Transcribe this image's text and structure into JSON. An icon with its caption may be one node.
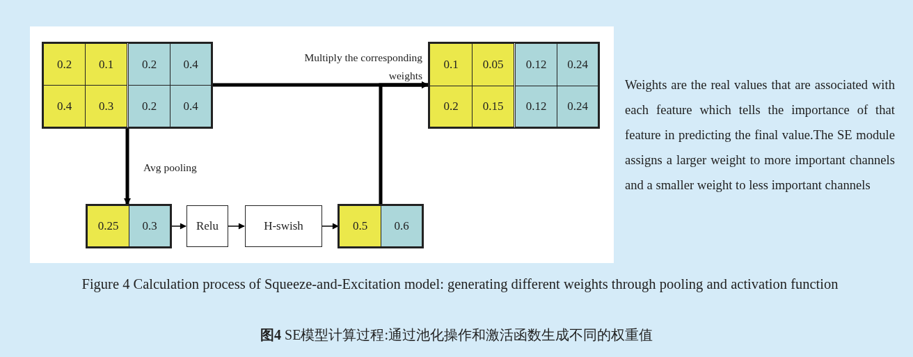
{
  "diagram": {
    "caption": "Figure 4 Calculation process of Squeeze-and-Excitation model: generating different weights through pooling and activation function",
    "nodes": [
      {
        "text": [],
        "shape": "box"
      },
      {
        "text": [
          "0.2"
        ],
        "in": 0
      },
      {
        "text": [
          "0.1"
        ],
        "in": 0
      },
      {
        "text": [
          "0.2"
        ],
        "in": 0
      },
      {
        "text": [
          "0.4"
        ],
        "in": 0
      },
      {
        "text": [
          "0.4"
        ],
        "in": 0
      },
      {
        "text": [
          "0.3"
        ],
        "in": 0
      },
      {
        "text": [
          "0.2"
        ],
        "in": 0
      },
      {
        "text": [
          "0.4"
        ],
        "in": 0
      },
      {
        "text": [],
        "shape": "box"
      },
      {
        "text": [
          "0.1"
        ],
        "in": 9
      },
      {
        "text": [
          "0.05"
        ],
        "in": 9
      },
      {
        "text": [
          "0.12"
        ],
        "in": 9
      },
      {
        "text": [
          "0.24"
        ],
        "in": 9
      },
      {
        "text": [
          "0.2"
        ],
        "in": 9
      },
      {
        "text": [
          "0.15"
        ],
        "in": 9
      },
      {
        "text": [
          "0.12"
        ],
        "in": 9
      },
      {
        "text": [
          "0.24"
        ],
        "in": 9
      },
      {
        "text": [],
        "shape": "box"
      },
      {
        "text": [
          "0.25"
        ],
        "in": 18
      },
      {
        "text": [
          "0.3"
        ],
        "in": 18
      },
      {
        "text": [
          "Relu"
        ]
      },
      {
        "text": [
          "H-swish"
        ]
      },
      {
        "text": [],
        "shape": "box"
      },
      {
        "text": [
          "0.5"
        ],
        "in": 23
      },
      {
        "text": [
          "0.6"
        ],
        "in": 23
      }
    ],
    "edges": [
      {
        "from": 0,
        "to": 9,
        "arrow": "to",
        "label": "Multiply the corresponding weights",
        "style": "thick"
      },
      {
        "from": 0,
        "to": 18,
        "arrow": "to",
        "label": "Avg pooling",
        "style": "thick"
      },
      {
        "from": 18,
        "to": 21,
        "arrow": "to"
      },
      {
        "from": 21,
        "to": 22,
        "arrow": "to"
      },
      {
        "from": 22,
        "to": 23,
        "arrow": "to"
      },
      {
        "from": 23,
        "to": 9,
        "arrow": "to",
        "style": "thick"
      }
    ],
    "labels": [
      "Weights are the real values that are associated with each feature which tells the importance of that feature in predicting the final value.The SE module assigns a larger weight to more important channels and a smaller weight to less important channels",
      "**图4** SE模型计算过程:通过池化操作和激活函数生成不同的权重值"
    ]
  }
}
